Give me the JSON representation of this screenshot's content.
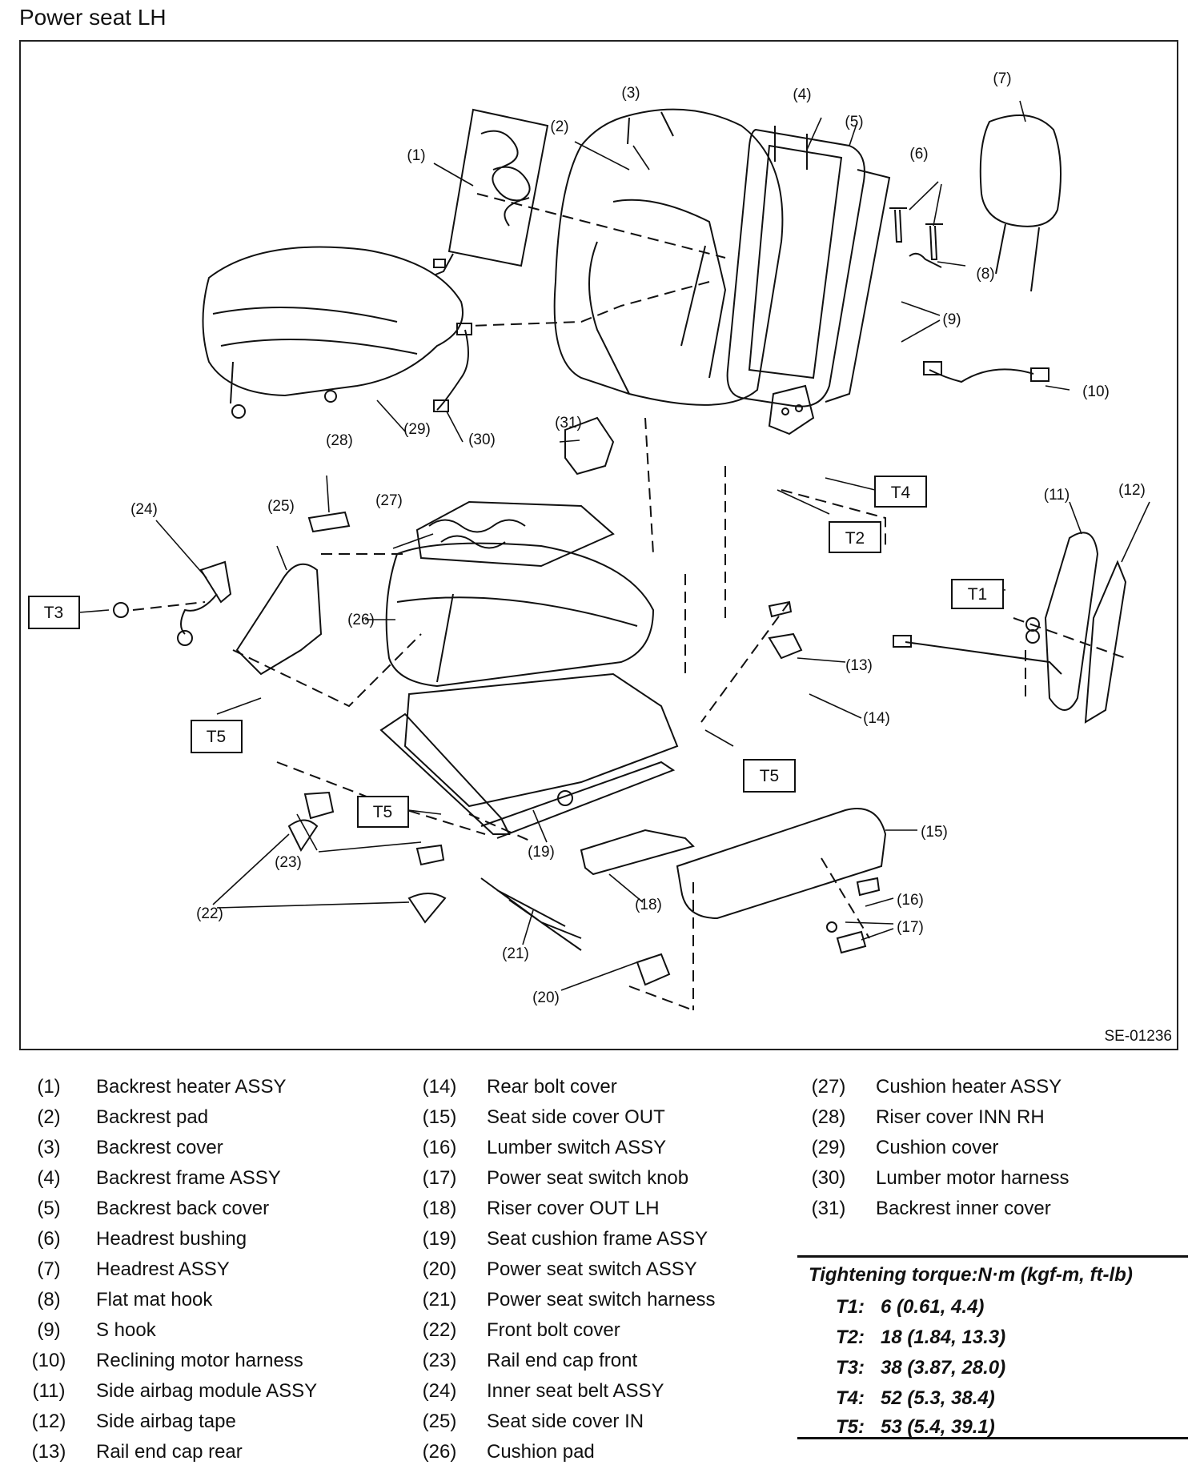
{
  "title": "Power seat LH",
  "figure_code": "SE-01236",
  "callouts": [
    "(1)",
    "(2)",
    "(3)",
    "(4)",
    "(5)",
    "(6)",
    "(7)",
    "(8)",
    "(9)",
    "(10)",
    "(11)",
    "(12)",
    "(13)",
    "(14)",
    "(15)",
    "(16)",
    "(17)",
    "(18)",
    "(19)",
    "(20)",
    "(21)",
    "(22)",
    "(23)",
    "(24)",
    "(25)",
    "(26)",
    "(27)",
    "(28)",
    "(29)",
    "(30)",
    "(31)"
  ],
  "torque_tags": [
    "T1",
    "T2",
    "T3",
    "T4",
    "T5"
  ],
  "legend": {
    "col1": [
      {
        "num": "(1)",
        "label": "Backrest heater ASSY"
      },
      {
        "num": "(2)",
        "label": "Backrest pad"
      },
      {
        "num": "(3)",
        "label": "Backrest cover"
      },
      {
        "num": "(4)",
        "label": "Backrest frame ASSY"
      },
      {
        "num": "(5)",
        "label": "Backrest back cover"
      },
      {
        "num": "(6)",
        "label": "Headrest bushing"
      },
      {
        "num": "(7)",
        "label": "Headrest ASSY"
      },
      {
        "num": "(8)",
        "label": "Flat mat hook"
      },
      {
        "num": "(9)",
        "label": "S hook"
      },
      {
        "num": "(10)",
        "label": "Reclining motor harness"
      },
      {
        "num": "(11)",
        "label": "Side airbag module ASSY"
      },
      {
        "num": "(12)",
        "label": "Side airbag tape"
      },
      {
        "num": "(13)",
        "label": "Rail end cap rear"
      }
    ],
    "col2": [
      {
        "num": "(14)",
        "label": "Rear bolt cover"
      },
      {
        "num": "(15)",
        "label": "Seat side cover OUT"
      },
      {
        "num": "(16)",
        "label": "Lumber switch ASSY"
      },
      {
        "num": "(17)",
        "label": "Power seat switch knob"
      },
      {
        "num": "(18)",
        "label": "Riser cover OUT LH"
      },
      {
        "num": "(19)",
        "label": "Seat cushion frame ASSY"
      },
      {
        "num": "(20)",
        "label": "Power seat switch ASSY"
      },
      {
        "num": "(21)",
        "label": "Power seat switch harness"
      },
      {
        "num": "(22)",
        "label": "Front bolt cover"
      },
      {
        "num": "(23)",
        "label": "Rail end cap front"
      },
      {
        "num": "(24)",
        "label": "Inner seat belt ASSY"
      },
      {
        "num": "(25)",
        "label": "Seat side cover IN"
      },
      {
        "num": "(26)",
        "label": "Cushion pad"
      }
    ],
    "col3": [
      {
        "num": "(27)",
        "label": "Cushion heater ASSY"
      },
      {
        "num": "(28)",
        "label": "Riser cover INN RH"
      },
      {
        "num": "(29)",
        "label": "Cushion cover"
      },
      {
        "num": "(30)",
        "label": "Lumber motor harness"
      },
      {
        "num": "(31)",
        "label": "Backrest inner cover"
      }
    ]
  },
  "torque": {
    "heading": "Tightening torque:N·m (kgf-m, ft-lb)",
    "rows": [
      {
        "id": "T1:",
        "value": "6 (0.61, 4.4)"
      },
      {
        "id": "T2:",
        "value": "18 (1.84, 13.3)"
      },
      {
        "id": "T3:",
        "value": "38 (3.87, 28.0)"
      },
      {
        "id": "T4:",
        "value": "52 (5.3, 38.4)"
      },
      {
        "id": "T5:",
        "value": "53 (5.4, 39.1)"
      }
    ]
  }
}
